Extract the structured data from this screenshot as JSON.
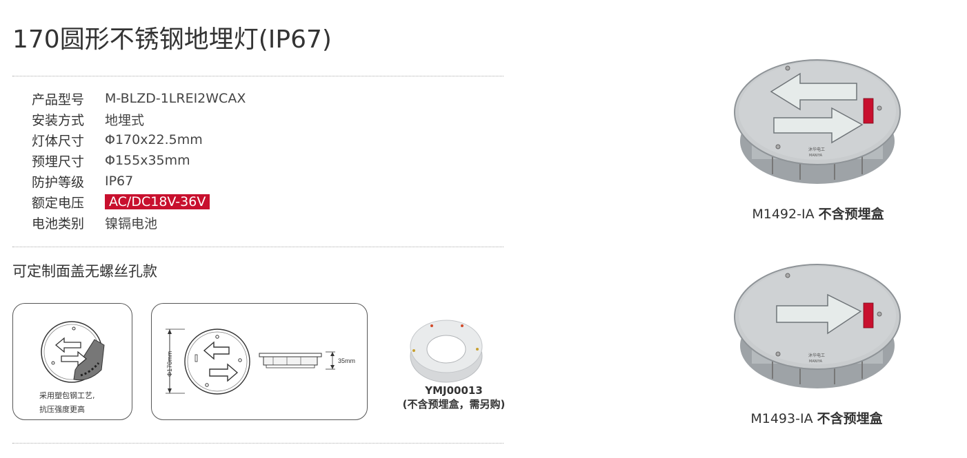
{
  "title": "170圆形不锈钢地埋灯(IP67)",
  "specs": [
    {
      "label": "产品型号",
      "value": "M-BLZD-1LREⅠ2WCAX"
    },
    {
      "label": "安装方式",
      "value": "地埋式"
    },
    {
      "label": "灯体尺寸",
      "value": "Φ170x22.5mm"
    },
    {
      "label": "预埋尺寸",
      "value": "Φ155x35mm"
    },
    {
      "label": "防护等级",
      "value": "IP67"
    },
    {
      "label": "额定电压",
      "value": "AC/DC18V-36V"
    },
    {
      "label": "电池类别",
      "value": "镍镉电池"
    }
  ],
  "subtitle": "可定制面盖无螺丝孔款",
  "card1": {
    "line1": "采用塑包钢工艺,",
    "line2": "抗压强度更高"
  },
  "card2": {
    "diameter": "Φ170mm",
    "height": "35mm"
  },
  "box": {
    "code": "YMJ00013",
    "note": "(不含预埋盒，需另购)"
  },
  "products": [
    {
      "model": "M1492-IA",
      "note": "不含预埋盒",
      "brand": "沐华电工",
      "brand_en": "MANIYA"
    },
    {
      "model": "M1493-IA",
      "note": "不含预埋盒",
      "brand": "沐华电工",
      "brand_en": "MANIYA"
    }
  ],
  "colors": {
    "highlight": "#c8102e",
    "steel": "#c9ccce",
    "glass": "#e6ebea"
  }
}
